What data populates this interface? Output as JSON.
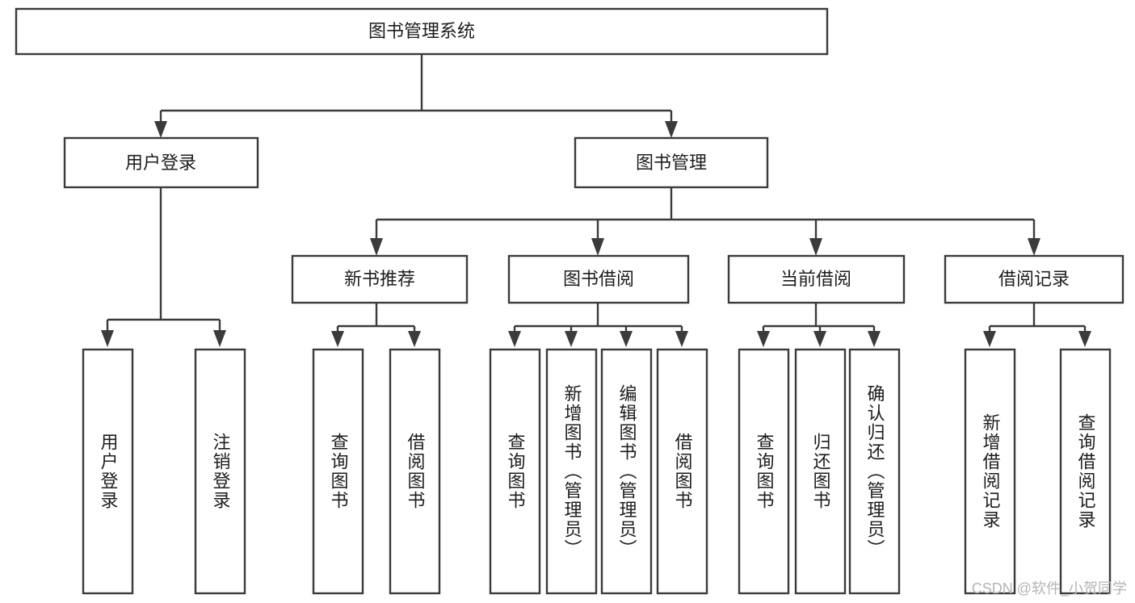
{
  "diagram": {
    "type": "tree-hierarchy-chart",
    "title": "图书管理系统",
    "background_color": "#ffffff",
    "stroke_color": "#3b3b3b",
    "text_color": "#1d1d1d",
    "root": {
      "label": "图书管理系统",
      "level": 0
    },
    "level1": [
      {
        "label": "用户登录"
      },
      {
        "label": "图书管理"
      }
    ],
    "level2": [
      {
        "label": "新书推荐"
      },
      {
        "label": "图书借阅"
      },
      {
        "label": "当前借阅"
      },
      {
        "label": "借阅记录"
      }
    ],
    "leaves": {
      "user_login": [
        {
          "label": "用户登录"
        },
        {
          "label": "注销登录"
        }
      ],
      "new_book_recommend": [
        {
          "label": "查询图书"
        },
        {
          "label": "借阅图书"
        }
      ],
      "book_borrow": [
        {
          "label": "查询图书"
        },
        {
          "label": "新增图书（管理员）"
        },
        {
          "label": "编辑图书（管理员）"
        },
        {
          "label": "借阅图书"
        }
      ],
      "current_borrow": [
        {
          "label": "查询图书"
        },
        {
          "label": "归还图书"
        },
        {
          "label": "确认归还（管理员）"
        }
      ],
      "borrow_record": [
        {
          "label": "新增借阅记录"
        },
        {
          "label": "查询借阅记录"
        }
      ]
    }
  },
  "watermark": {
    "text": "CSDN @软件_小贺同学"
  }
}
